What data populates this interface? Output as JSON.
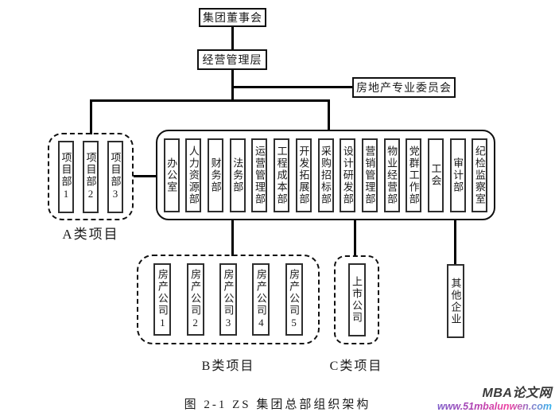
{
  "diagram": {
    "board": "集团董事会",
    "management": "经营管理层",
    "committee": "房地产专业委员会",
    "headquarters": {
      "departments": [
        "办公室",
        "人力资源部",
        "财务部",
        "法务部",
        "运营管理部",
        "工程成本部",
        "开发拓展部",
        "采购招标部",
        "设计研发部",
        "营销管理部",
        "物业经营部",
        "党群工作部",
        "工会",
        "审计部",
        "纪检监察室"
      ]
    },
    "group_a": {
      "label": "A类项目",
      "items": [
        "项目部1",
        "项目部2",
        "项目部3"
      ]
    },
    "group_b": {
      "label": "B类项目",
      "items": [
        "房产公司1",
        "房产公司2",
        "房产公司3",
        "房产公司4",
        "房产公司5"
      ]
    },
    "group_c": {
      "label": "C类项目",
      "items": [
        "上市公司"
      ]
    },
    "other_enterprise": "其他企业",
    "caption": "图 2-1 ZS 集团总部组织架构"
  },
  "watermark": {
    "brand": "MBA论文网",
    "url": "www.51mbalunwen.com"
  },
  "colors": {
    "line": "#000000",
    "background": "#ffffff",
    "watermark_brand": "#3a3a3a",
    "watermark_url_gradient": [
      "#7d5bc8",
      "#b53fb0",
      "#ef3fa0",
      "#30b4ef"
    ]
  }
}
